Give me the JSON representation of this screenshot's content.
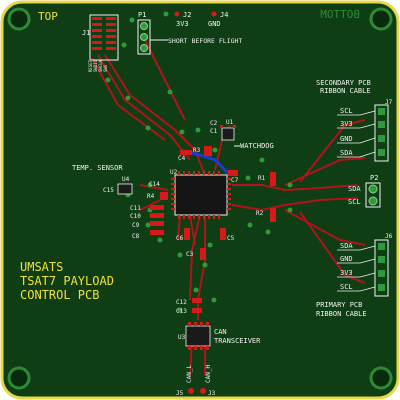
{
  "colors": {
    "board": "#0f3d14",
    "outline": "#e6d84a",
    "trace": "#b0141a",
    "pad": "#d61a1a",
    "via": "#2f9a3a",
    "silk_white": "#f2f2f2",
    "silk_yellow": "#f0e040",
    "blue_trace": "#1a3ad6"
  },
  "corner_labels": {
    "top": "TOP",
    "bottom": "BOTTOM"
  },
  "board_title": {
    "line1": "UMSATS",
    "line2": "TSAT7 PAYLOAD",
    "line3": "CONTROL PCB"
  },
  "headers_top": {
    "p1": "P1",
    "j2": "J2",
    "j4": "J4",
    "rail_3v3": "3V3",
    "rail_gnd": "GND",
    "short_note": "SHORT BEFORE FLIGHT",
    "j1": "J1",
    "j1_pins": [
      "RESET",
      "SWDIO",
      "SWCLK",
      "SWO"
    ]
  },
  "watchdog": {
    "label": "WATCHDOG",
    "u1": "U1",
    "c1": "C1",
    "c2": "C2",
    "r3": "R3",
    "c4": "C4"
  },
  "temp_sensor": {
    "label": "TEMP. SENSOR",
    "u4": "U4",
    "c15": "C15"
  },
  "mcu_area": {
    "u2": "U2",
    "c14": "C14",
    "r4": "R4",
    "c11": "C11",
    "c10": "C10",
    "c9": "C9",
    "c8": "C8",
    "c6": "C6",
    "c5": "C5",
    "c3": "C3",
    "c7": "C7",
    "r1": "R1",
    "r2": "R2"
  },
  "secondary": {
    "heading1": "SECONDARY PCB",
    "heading2": "RIBBON CABLE",
    "connector": "J7",
    "pins": [
      "SCL",
      "3V3",
      "GND",
      "SDA"
    ]
  },
  "p2": {
    "label": "P2",
    "pins": [
      "SDA",
      "SCL"
    ]
  },
  "primary": {
    "heading1": "PRIMARY PCB",
    "heading2": "RIBBON CABLE",
    "connector": "J6",
    "pins": [
      "SDA",
      "GND",
      "3V3",
      "SCL"
    ]
  },
  "can": {
    "u3": "U3",
    "label1": "CAN",
    "label2": "TRANSCEIVER",
    "c12": "C12",
    "c13": "C13",
    "j5": "J5",
    "j3": "J3",
    "can_l": "CAN_L",
    "can_h": "CAN_H"
  }
}
